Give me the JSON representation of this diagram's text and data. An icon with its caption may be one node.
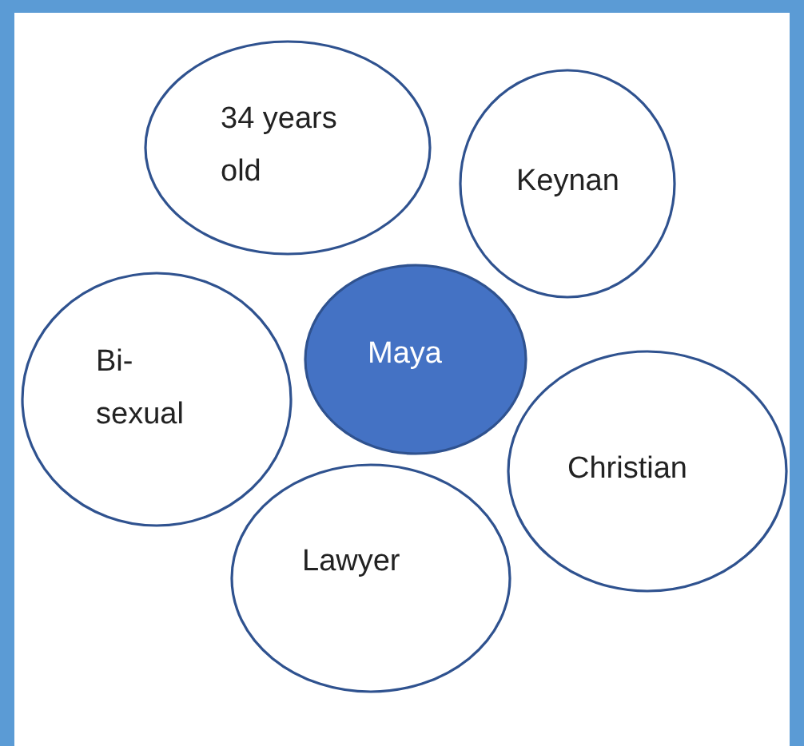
{
  "diagram": {
    "nodes": [
      {
        "text": [
          "34 years old"
        ]
      },
      {
        "text": [
          "Keynan"
        ]
      },
      {
        "text": [
          "Bi- sexual"
        ]
      },
      {
        "text": [
          "Maya"
        ]
      },
      {
        "text": [
          "Christian"
        ]
      },
      {
        "text": [
          "Lawyer"
        ]
      }
    ]
  }
}
